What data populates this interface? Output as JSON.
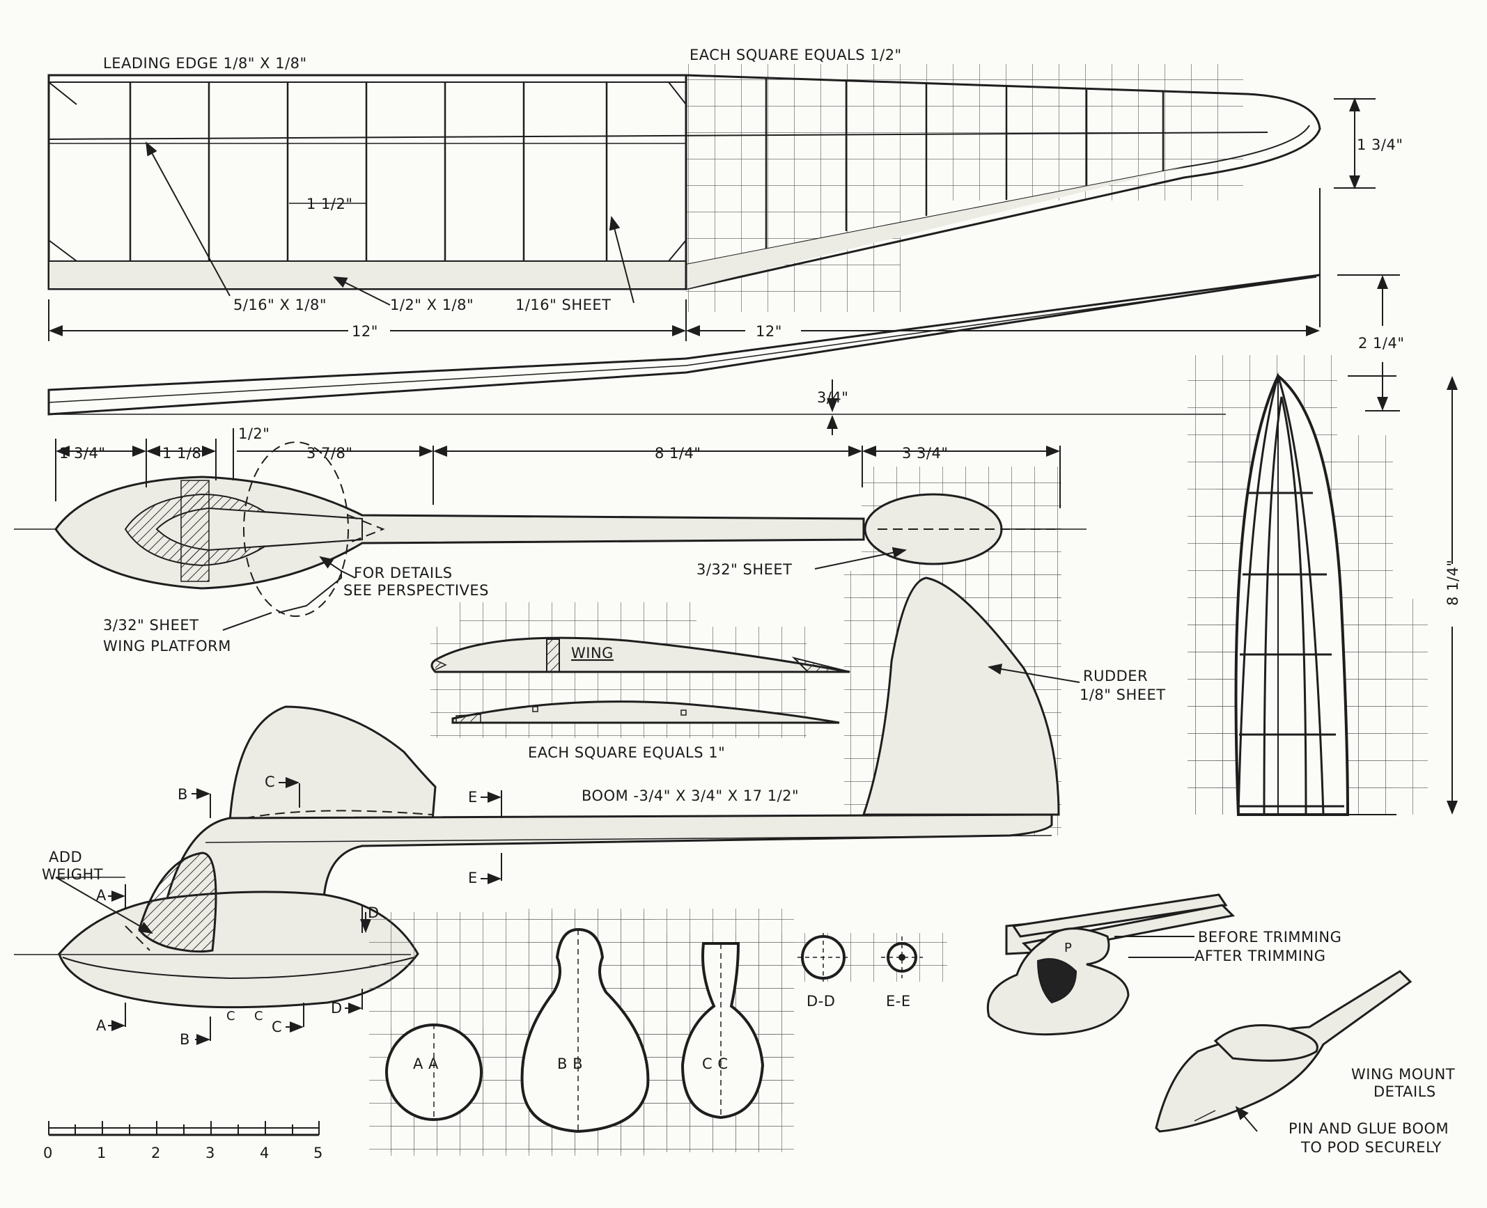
{
  "labels": {
    "leading_edge": "LEADING EDGE 1/8\" X 1/8\"",
    "each_square_half": "EACH SQUARE EQUALS 1/2\"",
    "rib_spacing": "1 1/2\"",
    "spar_516": "5/16\" X 1/8\"",
    "spar_12": "1/2\" X 1/8\"",
    "sheet_116": "1/16\" SHEET",
    "span_left": "12\"",
    "span_right": "12\"",
    "tip_height": "1 3/4\"",
    "dihedral": "2 1/4\"",
    "center_dihedral": "3/4\"",
    "dim_1_3_4": "1 3/4\"",
    "dim_1_1_8": "1 1/8\"",
    "dim_1_2": "1/2\"",
    "dim_3_7_8": "3 7/8\"",
    "dim_8_1_4": "8 1/4\"",
    "dim_3_3_4": "3 3/4\"",
    "for_details": "FOR DETAILS",
    "see_perspectives": "SEE PERSPECTIVES",
    "sheet_332_a": "3/32\" SHEET",
    "sheet_332_b": "3/32\" SHEET",
    "wing_platform": "WING PLATFORM",
    "wing": "WING",
    "each_square_1": "EACH SQUARE EQUALS 1\"",
    "rudder": "RUDDER",
    "rudder_sheet": "1/8\" SHEET",
    "height_8_1_4": "8 1/4\"",
    "boom": "BOOM -3/4\" X 3/4\" X 17 1/2\"",
    "add": "ADD",
    "weight": "WEIGHT",
    "sec_a": "A",
    "sec_b": "B",
    "sec_c": "C",
    "sec_d": "D",
    "sec_e": "E",
    "sec_c_small": "C",
    "aa": "A A",
    "bb": "B B",
    "cc": "C C",
    "dd": "D-D",
    "ee": "E-E",
    "before_trimming": "BEFORE TRIMMING",
    "after_trimming": "AFTER TRIMMING",
    "wing_mount": "WING MOUNT",
    "details": "DETAILS",
    "pin_glue": "PIN AND GLUE BOOM",
    "to_pod": "TO POD SECURELY",
    "p_mark": "P"
  },
  "scale": {
    "ticks": [
      "0",
      "1",
      "2",
      "3",
      "4",
      "5"
    ]
  }
}
